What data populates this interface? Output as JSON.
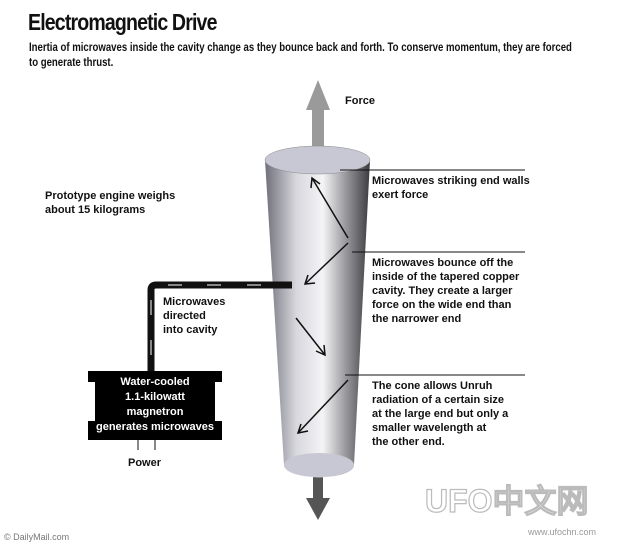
{
  "title": "Electromagnetic Drive",
  "subtitle": "Inertia of microwaves inside the cavity change as they bounce back and forth. To conserve momentum, they are forced to generate thrust.",
  "labels": {
    "force": "Force",
    "prototype": [
      "Prototype engine weighs",
      "about 15 kilograms"
    ],
    "end_walls": [
      "Microwaves striking end walls",
      "exert force"
    ],
    "bounce": [
      "Microwaves bounce off the",
      "inside of the tapered copper",
      "cavity.  They create a larger",
      "force on the wide end than",
      "the narrower end"
    ],
    "unruh": [
      "The cone allows Unruh",
      "radiation of a certain size",
      "at the large end but only a",
      "smaller wavelength at",
      "the other end."
    ],
    "directed": [
      "Microwaves",
      "directed",
      "into cavity"
    ],
    "magnetron": [
      "Water-cooled",
      "1.1-kilowatt",
      "magnetron",
      "generates microwaves"
    ],
    "power": "Power"
  },
  "credit": "© DailyMail.com",
  "watermark": {
    "logo": "UFO中文网",
    "url": "www.ufochn.com"
  }
}
